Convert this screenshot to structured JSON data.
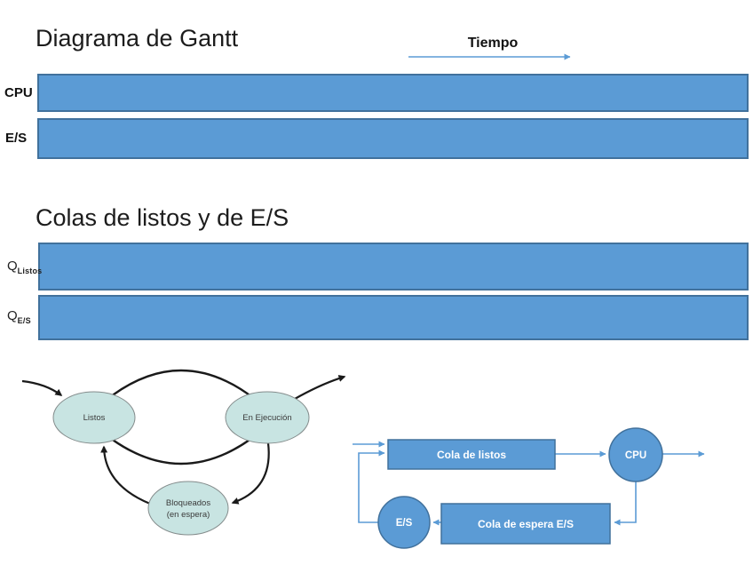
{
  "gantt": {
    "title": "Diagrama de Gantt",
    "time_label": "Tiempo",
    "rows": [
      {
        "label": "CPU"
      },
      {
        "label": "E/S"
      }
    ]
  },
  "queues": {
    "title": "Colas de listos y de E/S",
    "rows": [
      {
        "label_main": "Q",
        "label_sub": "Listos"
      },
      {
        "label_main": "Q",
        "label_sub": "E/S"
      }
    ]
  },
  "state_diagram": {
    "nodes": {
      "ready": {
        "label": "Listos"
      },
      "running": {
        "label": "En Ejecución"
      },
      "blocked": {
        "label_line1": "Bloqueados",
        "label_line2": "(en espera)"
      }
    }
  },
  "flow_diagram": {
    "ready_queue_label": "Cola de listos",
    "cpu_label": "CPU",
    "io_wait_queue_label": "Cola de espera E/S",
    "io_label": "E/S"
  },
  "colors": {
    "bar_fill": "#5b9bd5",
    "bar_border": "#41719c",
    "node_fill": "#5b9bd5",
    "node_border": "#41719c",
    "connector": "#5b9bd5",
    "ellipse_fill": "#c8e4e2",
    "ellipse_border": "#848c8c",
    "arc_color": "#1a1a1a"
  }
}
